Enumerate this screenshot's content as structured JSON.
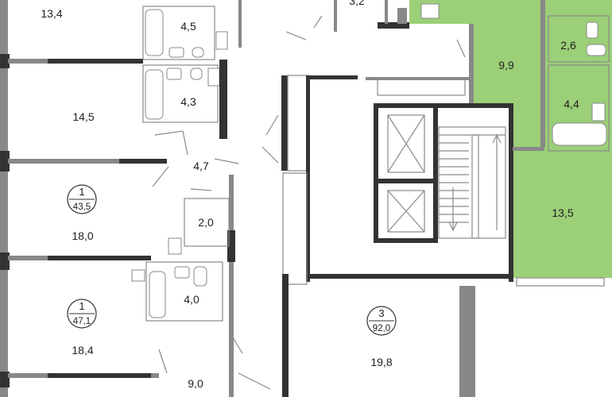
{
  "colors": {
    "highlight": "#9bcf78",
    "wall": "#8a8a8a",
    "thick_wall": "#333333"
  },
  "rooms": {
    "r_13_4": "13,4",
    "r_4_5": "4,5",
    "r_3_2": "3,2",
    "r_2_6": "2,6",
    "r_9_9": "9,9",
    "r_14_5": "14,5",
    "r_4_3": "4,3",
    "r_4_4": "4,4",
    "r_4_7": "4,7",
    "r_13_5": "13,5",
    "r_2_0": "2,0",
    "r_18_0": "18,0",
    "r_4_0": "4,0",
    "r_18_4": "18,4",
    "r_9_0": "9,0",
    "r_19_8": "19,8"
  },
  "apartments": [
    {
      "rooms": "1",
      "area": "43,5"
    },
    {
      "rooms": "1",
      "area": "47,1"
    },
    {
      "rooms": "3",
      "area": "92,0"
    }
  ]
}
